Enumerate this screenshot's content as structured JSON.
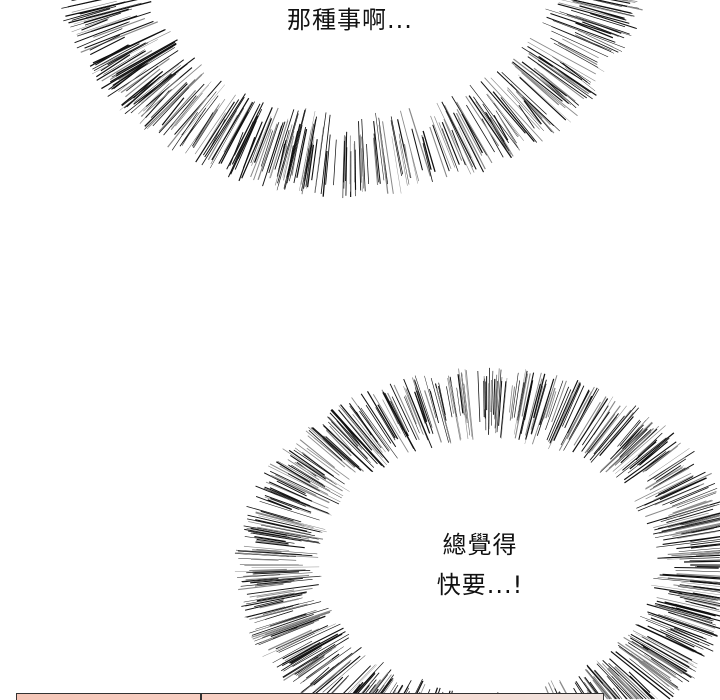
{
  "bubbles": [
    {
      "lines": [
        "那種事啊..."
      ]
    },
    {
      "lines": [
        "總覺得",
        "快要...!"
      ]
    }
  ],
  "colors": {
    "ink": "#111111",
    "panel": "#f6c6b8"
  }
}
